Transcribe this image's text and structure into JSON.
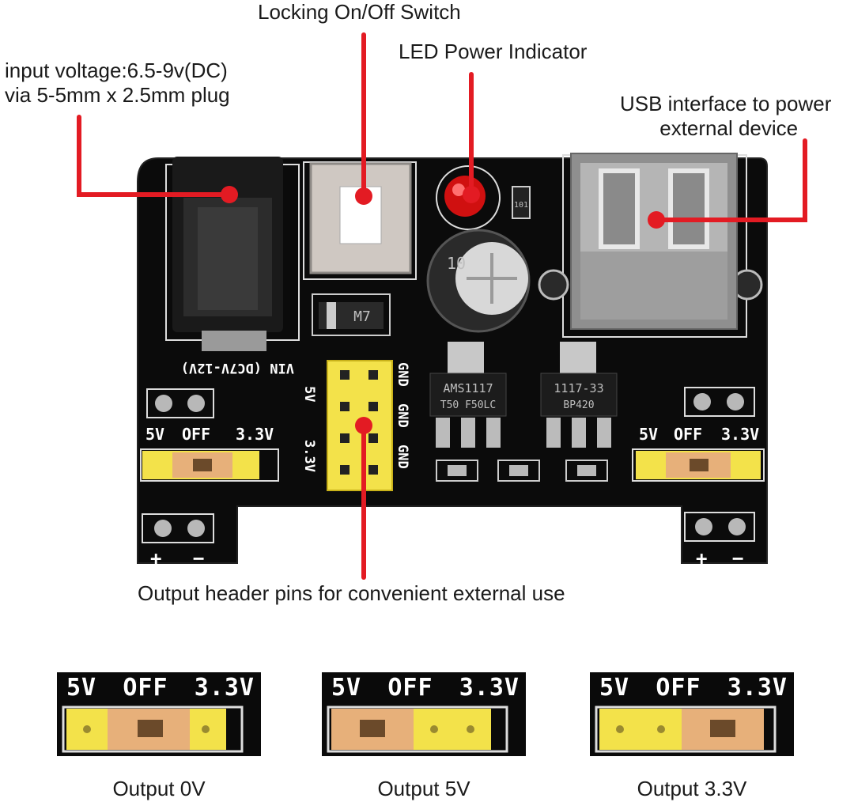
{
  "callouts": {
    "input_line1": "input voltage:6.5-9v(DC)",
    "input_line2": "via 5-5mm x 2.5mm plug",
    "switch": "Locking On/Off Switch",
    "led": "LED Power Indicator",
    "usb_line1": "USB interface to power",
    "usb_line2": "external device",
    "header": "Output header pins for convenient external use"
  },
  "board": {
    "vin_label": "VIN (DC7V-12V)",
    "rail_left": {
      "v5": "5V",
      "off": "OFF",
      "v33": "3.3V",
      "plus": "+",
      "minus": "−"
    },
    "rail_right": {
      "v5": "5V",
      "off": "OFF",
      "v33": "3.3V",
      "plus": "+",
      "minus": "−"
    },
    "header_gnd_labels": [
      "GND",
      "GND",
      "GND"
    ],
    "header_5v": "5V",
    "header_33v": "3.3V",
    "diode": "M7",
    "regulator1_line1": "AMS1117",
    "regulator1_line2": "T50 F50LC",
    "regulator2_line1": "1117-33",
    "regulator2_line2": "BP420",
    "resistor": "101",
    "capacitor": "10"
  },
  "jumper_examples": [
    {
      "v5": "5V",
      "off": "OFF",
      "v33": "3.3V",
      "caption": "Output 0V"
    },
    {
      "v5": "5V",
      "off": "OFF",
      "v33": "3.3V",
      "caption": "Output 5V"
    },
    {
      "v5": "5V",
      "off": "OFF",
      "v33": "3.3V",
      "caption": "Output 3.3V"
    }
  ],
  "colors": {
    "arrow": "#e31b23",
    "board": "#0b0b0b",
    "pin": "#f3e24a",
    "jumper": "#e7b07a"
  }
}
